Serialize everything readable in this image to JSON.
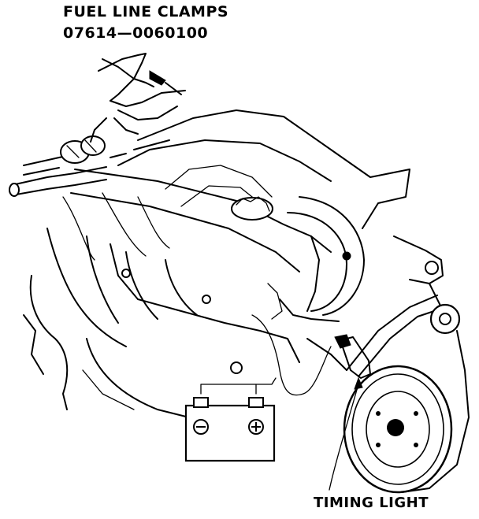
{
  "labels": {
    "tool_name": "FUEL LINE CLAMPS",
    "tool_number": "07614—0060100",
    "timing_light": "TIMING LIGHT"
  },
  "icons": [
    "fuel-line-clamp-icon",
    "battery-icon",
    "timing-light-icon",
    "crank-pulley-icon"
  ]
}
